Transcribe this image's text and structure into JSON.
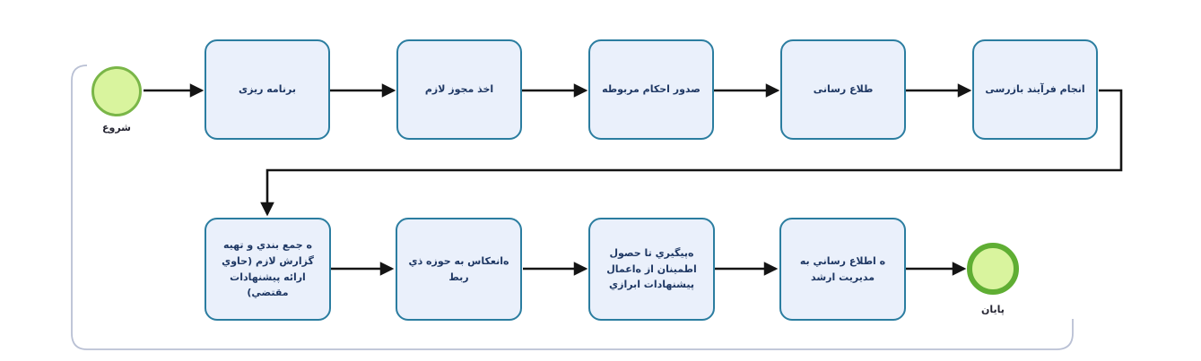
{
  "diagram": {
    "start_label": "شروع",
    "end_label": "پايان",
    "row1": [
      {
        "label": "برنامه ريزی"
      },
      {
        "label": "اخذ مجوز لازم"
      },
      {
        "label": "صدور احكام مربوطه"
      },
      {
        "label": "طلاع رسانی"
      },
      {
        "label": "انجام فرآيند بازرسی"
      }
    ],
    "row2": [
      {
        "label": "ه جمع بندي و تهيه گزارش لازم (حاوي ارائه پيشنهادات مقتضي)"
      },
      {
        "label": "ه‌انعكاس به حوزه ذي ربط"
      },
      {
        "label": "ه‌پيگيري تا حصول اطمينان از ه‌اعمال پيشنهادات ابرازي"
      },
      {
        "label": "ه اطلاع رساني به مديريت ارشد"
      }
    ],
    "colors": {
      "task_fill": "#eaf0fb",
      "task_border": "#2b7da0",
      "task_text": "#1f3864",
      "event_fill": "#d9f49e",
      "start_border": "#7ab648",
      "end_border": "#5fae33",
      "connector": "#141414",
      "container_border": "#b9c0d4"
    }
  }
}
